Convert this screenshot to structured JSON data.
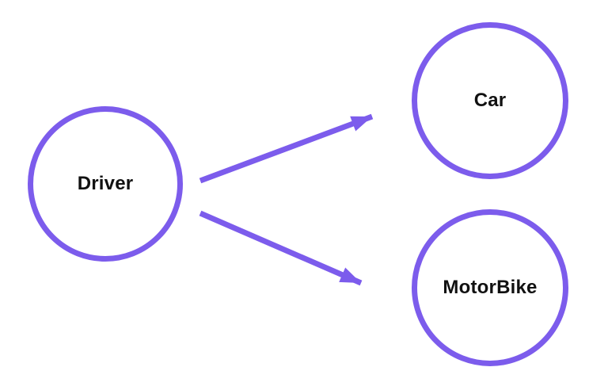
{
  "diagram": {
    "type": "flowchart",
    "background_color": "#ffffff",
    "accent_color": "#7C5CEC",
    "label_color": "#111111",
    "nodes": [
      {
        "id": "driver",
        "label": "Driver",
        "shape": "circle"
      },
      {
        "id": "car",
        "label": "Car",
        "shape": "circle"
      },
      {
        "id": "motorbike",
        "label": "MotorBike",
        "shape": "circle"
      }
    ],
    "edges": [
      {
        "from": "driver",
        "to": "car",
        "style": "arrow"
      },
      {
        "from": "driver",
        "to": "motorbike",
        "style": "arrow"
      }
    ]
  }
}
